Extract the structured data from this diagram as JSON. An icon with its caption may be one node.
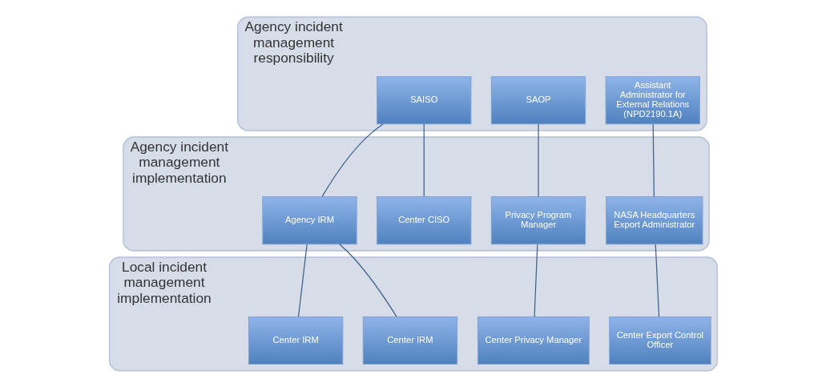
{
  "diagram": {
    "nodes": [
      {
        "text": [
          "Agency incident management responsibility"
        ]
      },
      {
        "text": [
          "SAISO"
        ],
        "in": 0
      },
      {
        "text": [
          "SAOP"
        ],
        "in": 0
      },
      {
        "text": [
          "Assistant Administrator for External Relations (NPD2190.1A)"
        ],
        "in": 0
      },
      {
        "text": [
          "Agency incident management implementation"
        ]
      },
      {
        "text": [
          "Agency IRM"
        ],
        "in": 4
      },
      {
        "text": [
          "Center CISO"
        ],
        "in": 4
      },
      {
        "text": [
          "Privacy Program Manager"
        ],
        "in": 4
      },
      {
        "text": [
          "NASA Headquarters Export Administrator"
        ],
        "in": 4
      },
      {
        "text": [
          "Local incident management implementation"
        ]
      },
      {
        "text": [
          "Center IRM"
        ],
        "in": 9
      },
      {
        "text": [
          "Center IRM"
        ],
        "in": 9
      },
      {
        "text": [
          "Center Privacy Manager"
        ],
        "in": 9
      },
      {
        "text": [
          "Center Export Control Officer"
        ],
        "in": 9
      }
    ],
    "edges": [
      {
        "from": 1,
        "to": 5,
        "arrow": "none"
      },
      {
        "from": 1,
        "to": 6,
        "arrow": "none"
      },
      {
        "from": 2,
        "to": 7,
        "arrow": "none"
      },
      {
        "from": 3,
        "to": 8,
        "arrow": "none"
      },
      {
        "from": 5,
        "to": 10,
        "arrow": "none"
      },
      {
        "from": 5,
        "to": 11,
        "arrow": "none"
      },
      {
        "from": 7,
        "to": 12,
        "arrow": "none"
      },
      {
        "from": 8,
        "to": 13,
        "arrow": "none"
      }
    ]
  }
}
